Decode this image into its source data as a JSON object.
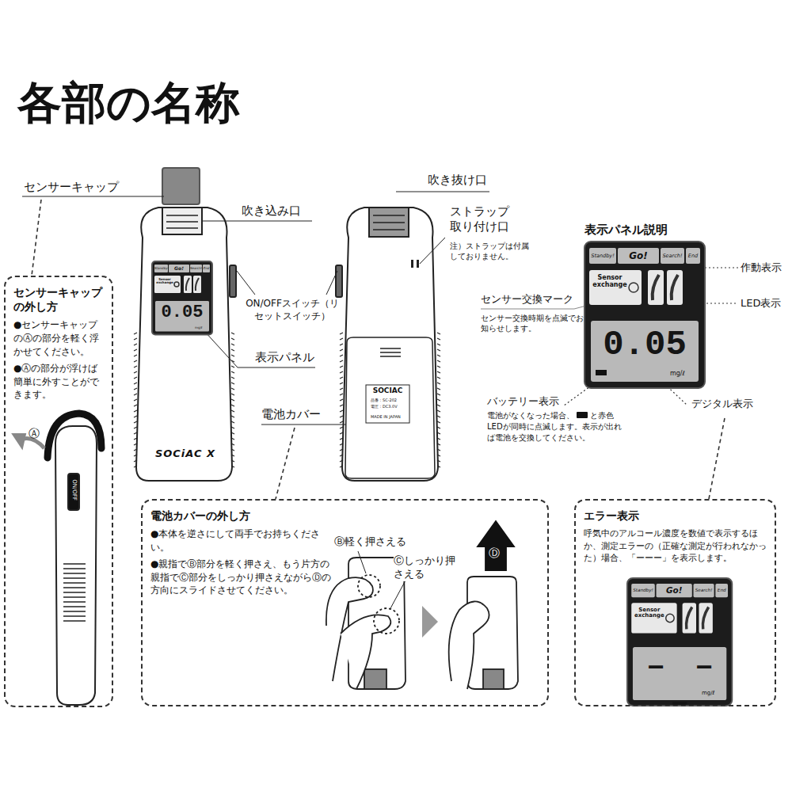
{
  "diagram": {
    "title": "各部の名称",
    "nodes": [
      {
        "text": [
          "センサーキャップの外し方",
          "●センサーキャップのⒶの部分を軽く浮かせてください。",
          "●Ⓐの部分が浮けば簡単に外すことができます。"
        ]
      },
      {
        "text": [
          "電池カバーの外し方",
          "●本体を逆さにして両手でお持ちください。",
          "●親指でⒷ部分を軽く押さえ、もう片方の親指でⒸ部分をしっかり押さえながらⒹの方向にスライドさせてください。"
        ]
      },
      {
        "text": [
          "エラー表示",
          "呼気中のアルコール濃度を数値で表示するほか、測定エラーの（正確な測定が行われなかった）場合、「ーーー」を表示します。"
        ]
      }
    ],
    "labels": [
      "センサーキャップ",
      "吹き込み口",
      "吹き抜け口",
      "ストラップ取り付け口",
      "注）ストラップは付属しておりません。",
      "ON/OFFスイッチ（リセットスイッチ）",
      "表示パネル",
      "電池カバー",
      "表示パネル説明",
      "作動表示",
      "センサー交換マーク",
      "センサー交換時期を点滅でお知らせします。",
      "LED表示",
      "バッテリー表示",
      "電池がなくなった場合、",
      "と赤色LEDが同時に点滅します。表示が出れば電池を交換してください。",
      "デジタル表示",
      "Standby!",
      "Go!",
      "Search!",
      "End",
      "Sensor exchange",
      "0.05",
      "mg/ℓ",
      "SOCiAC X",
      "SOCIAC",
      "品番：SC-202",
      "電圧：DC3.0V",
      "MADE IN JAPAN",
      "Standby!",
      "Go!",
      "Search!",
      "End",
      "Sensor exchange",
      "0.05",
      "mg/ℓ",
      "Standby!",
      "Go!",
      "Search!",
      "End",
      "Sensor exchange",
      "－ － －",
      "mg/ℓ",
      "ON/OFF",
      "Ⓐ",
      "Ⓑ軽く押さえる",
      "Ⓒしっかり押さえる",
      "Ⓓ"
    ]
  }
}
